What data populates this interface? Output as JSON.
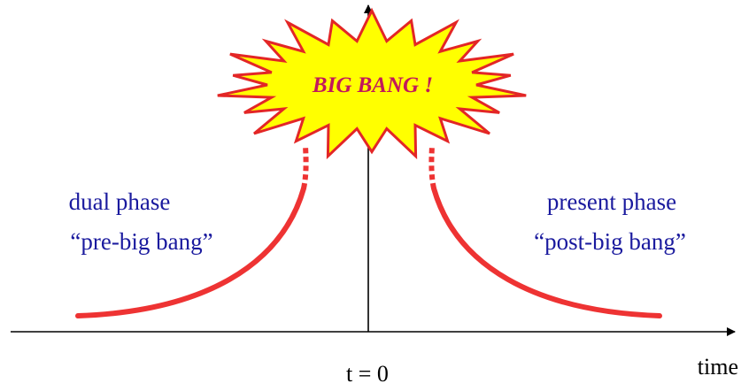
{
  "banner": {
    "text": "BIG BANG !",
    "fill_color": "#FFFF00",
    "stroke_color": "#E32626",
    "text_color": "#C2185B"
  },
  "left_label": {
    "line1": "dual phase",
    "line2": "“pre-big bang”"
  },
  "right_label": {
    "line1": "present phase",
    "line2": "“post-big bang”"
  },
  "axis": {
    "origin_label": "t = 0",
    "x_label": "time"
  },
  "colors": {
    "curve": "#EE3333",
    "label_text": "#1A1A9E",
    "axis": "#000000"
  }
}
